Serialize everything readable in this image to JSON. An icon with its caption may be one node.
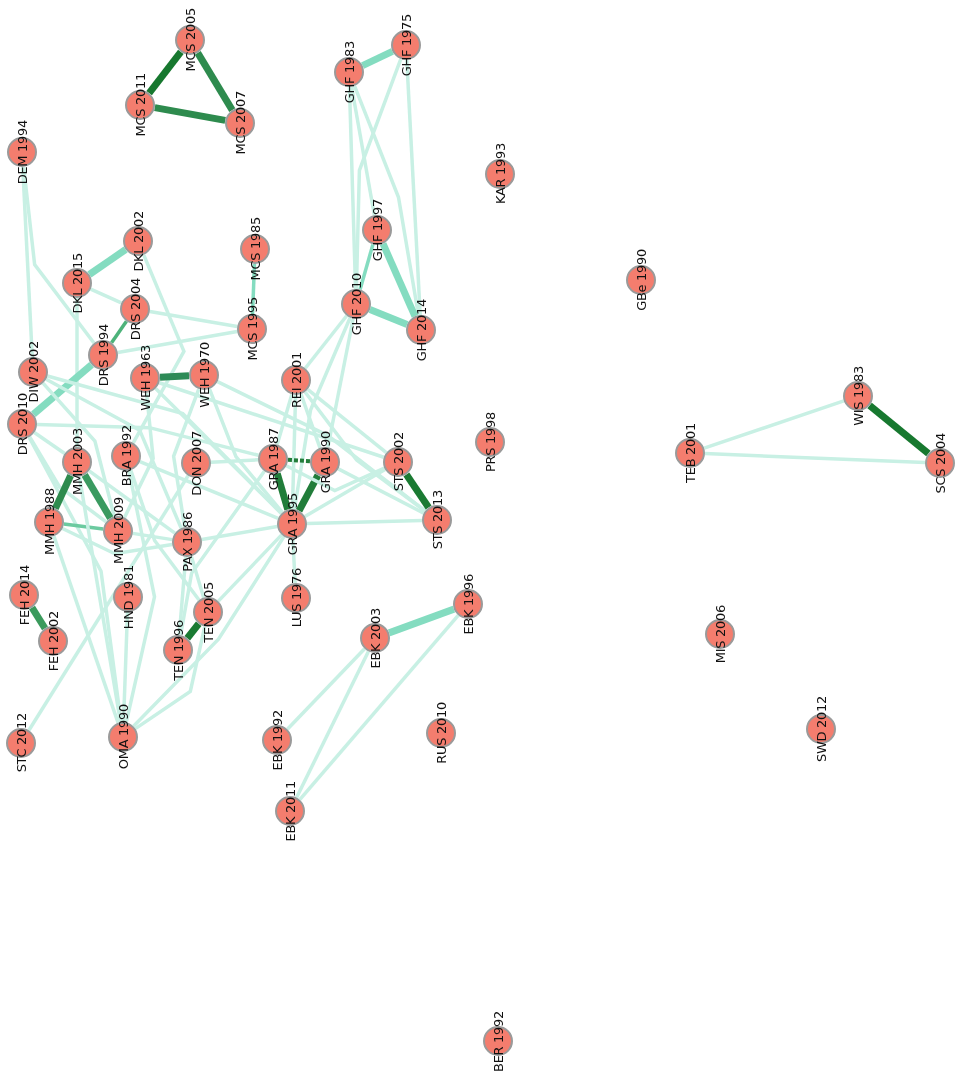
{
  "diagram": {
    "nodes": [
      {
        "text": [
          "MCS 2005"
        ]
      },
      {
        "text": [
          "MCS 2011"
        ]
      },
      {
        "text": [
          "MCS 2007"
        ]
      },
      {
        "text": [
          "GHF 1983"
        ]
      },
      {
        "text": [
          "GHF 1975"
        ]
      },
      {
        "text": [
          "DEM 1994"
        ]
      },
      {
        "text": [
          "KAR 1993"
        ]
      },
      {
        "text": [
          "DKL 2002"
        ]
      },
      {
        "text": [
          "MCS 1985"
        ]
      },
      {
        "text": [
          "DKL 2015"
        ]
      },
      {
        "text": [
          "GHF 1997"
        ]
      },
      {
        "text": [
          "GBe 1990"
        ]
      },
      {
        "text": [
          "DRS 2004"
        ]
      },
      {
        "text": [
          "GHF 2010"
        ]
      },
      {
        "text": [
          "GHF 2014"
        ]
      },
      {
        "text": [
          "MCS 1995"
        ]
      },
      {
        "text": [
          "DRS 1994"
        ]
      },
      {
        "text": [
          "DIW 2002"
        ]
      },
      {
        "text": [
          "WEH 1963"
        ]
      },
      {
        "text": [
          "WEH 1970"
        ]
      },
      {
        "text": [
          "REI 2001"
        ]
      },
      {
        "text": [
          "WIS 1983"
        ]
      },
      {
        "text": [
          "DRS 2010"
        ]
      },
      {
        "text": [
          "PRS 1998"
        ]
      },
      {
        "text": [
          "TEB 2001"
        ]
      },
      {
        "text": [
          "MMH 2003"
        ]
      },
      {
        "text": [
          "BRA 1992"
        ]
      },
      {
        "text": [
          "DON 2007"
        ]
      },
      {
        "text": [
          "GRA 1987"
        ]
      },
      {
        "text": [
          "GRA 1990"
        ]
      },
      {
        "text": [
          "STS 2002"
        ]
      },
      {
        "text": [
          "SCS 2004"
        ]
      },
      {
        "text": [
          "MMH 1988"
        ]
      },
      {
        "text": [
          "MMH 2009"
        ]
      },
      {
        "text": [
          "PAX 1986"
        ]
      },
      {
        "text": [
          "GRA 1995"
        ]
      },
      {
        "text": [
          "STS 2013"
        ]
      },
      {
        "text": [
          "FEH 2014"
        ]
      },
      {
        "text": [
          "HND 1981"
        ]
      },
      {
        "text": [
          "TEN 2005"
        ]
      },
      {
        "text": [
          "LUS 1976"
        ]
      },
      {
        "text": [
          "EBK 1996"
        ]
      },
      {
        "text": [
          "FEH 2002"
        ]
      },
      {
        "text": [
          "TEN 1996"
        ]
      },
      {
        "text": [
          "EBK 2003"
        ]
      },
      {
        "text": [
          "MIS 2006"
        ]
      },
      {
        "text": [
          "STC 2012"
        ]
      },
      {
        "text": [
          "OMA 1990"
        ]
      },
      {
        "text": [
          "EBK 1992"
        ]
      },
      {
        "text": [
          "RUS 2010"
        ]
      },
      {
        "text": [
          "SWD 2012"
        ]
      },
      {
        "text": [
          "EBK 2011"
        ]
      },
      {
        "text": [
          "BER 1992"
        ]
      }
    ],
    "edges": [
      {
        "from": 0,
        "to": 1,
        "arrow": "none",
        "style": "thick",
        "color": "#17782f"
      },
      {
        "from": 0,
        "to": 2,
        "arrow": "none",
        "style": "thick",
        "color": "#2e8b4e"
      },
      {
        "from": 1,
        "to": 2,
        "arrow": "none",
        "style": "thick",
        "color": "#2e8b4e"
      },
      {
        "from": 3,
        "to": 4,
        "arrow": "none",
        "style": "thick",
        "color": "#84dcc0"
      },
      {
        "from": 3,
        "to": 13,
        "arrow": "none"
      },
      {
        "from": 3,
        "to": 14,
        "arrow": "none"
      },
      {
        "from": 3,
        "to": 10,
        "arrow": "none"
      },
      {
        "from": 4,
        "to": 13,
        "arrow": "none"
      },
      {
        "from": 4,
        "to": 14,
        "arrow": "none"
      },
      {
        "from": 10,
        "to": 14,
        "arrow": "none",
        "style": "thick",
        "color": "#84dcc0"
      },
      {
        "from": 10,
        "to": 13,
        "arrow": "none",
        "color": "#84dcc0"
      },
      {
        "from": 13,
        "to": 14,
        "arrow": "none",
        "style": "thick",
        "color": "#84dcc0"
      },
      {
        "from": 13,
        "to": 20,
        "arrow": "none"
      },
      {
        "from": 13,
        "to": 35,
        "arrow": "none"
      },
      {
        "from": 13,
        "to": 29,
        "arrow": "none"
      },
      {
        "from": 5,
        "to": 17,
        "arrow": "none"
      },
      {
        "from": 5,
        "to": 16,
        "arrow": "none"
      },
      {
        "from": 7,
        "to": 9,
        "arrow": "none",
        "style": "thick",
        "color": "#84dcc0"
      },
      {
        "from": 7,
        "to": 26,
        "arrow": "none"
      },
      {
        "from": 9,
        "to": 12,
        "arrow": "none"
      },
      {
        "from": 9,
        "to": 25,
        "arrow": "none"
      },
      {
        "from": 12,
        "to": 15,
        "arrow": "none"
      },
      {
        "from": 12,
        "to": 16,
        "arrow": "none",
        "color": "#4db37a"
      },
      {
        "from": 16,
        "to": 22,
        "arrow": "none",
        "style": "thick",
        "color": "#84dcc0"
      },
      {
        "from": 8,
        "to": 15,
        "arrow": "none",
        "color": "#84dcc0"
      },
      {
        "from": 15,
        "to": 16,
        "arrow": "none"
      },
      {
        "from": 18,
        "to": 19,
        "arrow": "none",
        "style": "thick",
        "color": "#2e8b57"
      },
      {
        "from": 18,
        "to": 35,
        "arrow": "none"
      },
      {
        "from": 19,
        "to": 35,
        "arrow": "none"
      },
      {
        "from": 19,
        "to": 36,
        "arrow": "none"
      },
      {
        "from": 18,
        "to": 30,
        "arrow": "none"
      },
      {
        "from": 19,
        "to": 34,
        "arrow": "none"
      },
      {
        "from": 18,
        "to": 33,
        "arrow": "none"
      },
      {
        "from": 17,
        "to": 33,
        "arrow": "none"
      },
      {
        "from": 17,
        "to": 34,
        "arrow": "none"
      },
      {
        "from": 17,
        "to": 35,
        "arrow": "none"
      },
      {
        "from": 22,
        "to": 25,
        "arrow": "none"
      },
      {
        "from": 22,
        "to": 33,
        "arrow": "none"
      },
      {
        "from": 22,
        "to": 47,
        "arrow": "none"
      },
      {
        "from": 22,
        "to": 28,
        "arrow": "none"
      },
      {
        "from": 20,
        "to": 28,
        "arrow": "none"
      },
      {
        "from": 20,
        "to": 35,
        "arrow": "none"
      },
      {
        "from": 20,
        "to": 29,
        "arrow": "none"
      },
      {
        "from": 20,
        "to": 36,
        "arrow": "none"
      },
      {
        "from": 20,
        "to": 30,
        "arrow": "none"
      },
      {
        "from": 28,
        "to": 29,
        "arrow": "none",
        "style": "dashed",
        "color": "#217d3a"
      },
      {
        "from": 28,
        "to": 35,
        "arrow": "none",
        "style": "thick",
        "color": "#217d3a"
      },
      {
        "from": 29,
        "to": 35,
        "arrow": "none",
        "style": "thick",
        "color": "#217d3a"
      },
      {
        "from": 28,
        "to": 30,
        "arrow": "none"
      },
      {
        "from": 28,
        "to": 27,
        "arrow": "none"
      },
      {
        "from": 29,
        "to": 36,
        "arrow": "none"
      },
      {
        "from": 35,
        "to": 30,
        "arrow": "none"
      },
      {
        "from": 35,
        "to": 36,
        "arrow": "none"
      },
      {
        "from": 30,
        "to": 36,
        "arrow": "none",
        "style": "thick",
        "color": "#1a7a32"
      },
      {
        "from": 25,
        "to": 32,
        "arrow": "none",
        "style": "thick",
        "color": "#2e8b4e"
      },
      {
        "from": 25,
        "to": 33,
        "arrow": "none",
        "style": "thick",
        "color": "#3a9a60"
      },
      {
        "from": 32,
        "to": 33,
        "arrow": "none",
        "color": "#6ccaa0"
      },
      {
        "from": 32,
        "to": 34,
        "arrow": "none"
      },
      {
        "from": 32,
        "to": 47,
        "arrow": "none"
      },
      {
        "from": 33,
        "to": 34,
        "arrow": "none"
      },
      {
        "from": 25,
        "to": 34,
        "arrow": "none"
      },
      {
        "from": 25,
        "to": 47,
        "arrow": "none"
      },
      {
        "from": 26,
        "to": 35,
        "arrow": "none"
      },
      {
        "from": 26,
        "to": 39,
        "arrow": "none"
      },
      {
        "from": 46,
        "to": 27,
        "arrow": "none"
      },
      {
        "from": 34,
        "to": 35,
        "arrow": "none"
      },
      {
        "from": 34,
        "to": 43,
        "arrow": "none"
      },
      {
        "from": 34,
        "to": 39,
        "arrow": "none"
      },
      {
        "from": 43,
        "to": 39,
        "arrow": "none",
        "style": "thick",
        "color": "#1a7a32"
      },
      {
        "from": 39,
        "to": 35,
        "arrow": "none"
      },
      {
        "from": 43,
        "to": 28,
        "arrow": "none"
      },
      {
        "from": 47,
        "to": 35,
        "arrow": "none"
      },
      {
        "from": 47,
        "to": 39,
        "arrow": "none"
      },
      {
        "from": 47,
        "to": 38,
        "arrow": "none"
      },
      {
        "from": 47,
        "to": 26,
        "arrow": "none"
      },
      {
        "from": 40,
        "to": 35,
        "arrow": "none"
      },
      {
        "from": 37,
        "to": 42,
        "arrow": "none",
        "style": "thick",
        "color": "#3a9a5c"
      },
      {
        "from": 41,
        "to": 44,
        "arrow": "none",
        "style": "thick",
        "color": "#84dcc0"
      },
      {
        "from": 41,
        "to": 51,
        "arrow": "none"
      },
      {
        "from": 44,
        "to": 48,
        "arrow": "none"
      },
      {
        "from": 44,
        "to": 51,
        "arrow": "none"
      },
      {
        "from": 21,
        "to": 31,
        "arrow": "none",
        "style": "thick",
        "color": "#17782f"
      },
      {
        "from": 21,
        "to": 24,
        "arrow": "none"
      },
      {
        "from": 24,
        "to": 31,
        "arrow": "none"
      }
    ]
  }
}
